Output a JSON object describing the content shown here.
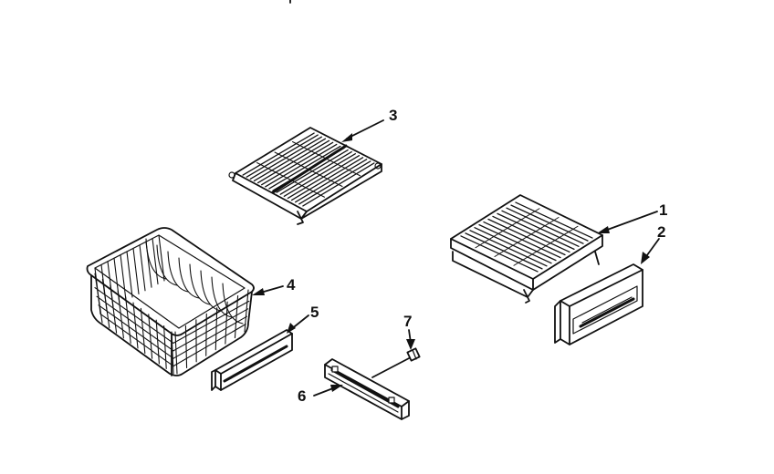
{
  "diagram": {
    "callouts": [
      {
        "id": "1",
        "label": "1",
        "part": "wire-shelf-right"
      },
      {
        "id": "2",
        "label": "2",
        "part": "shelf-front-trim"
      },
      {
        "id": "3",
        "label": "3",
        "part": "wire-shelf-top"
      },
      {
        "id": "4",
        "label": "4",
        "part": "wire-basket"
      },
      {
        "id": "5",
        "label": "5",
        "part": "basket-front-trim"
      },
      {
        "id": "6",
        "label": "6",
        "part": "slide-rail"
      },
      {
        "id": "7",
        "label": "7",
        "part": "screw"
      }
    ],
    "colors": {
      "ink": "#111111",
      "background": "#ffffff"
    }
  }
}
